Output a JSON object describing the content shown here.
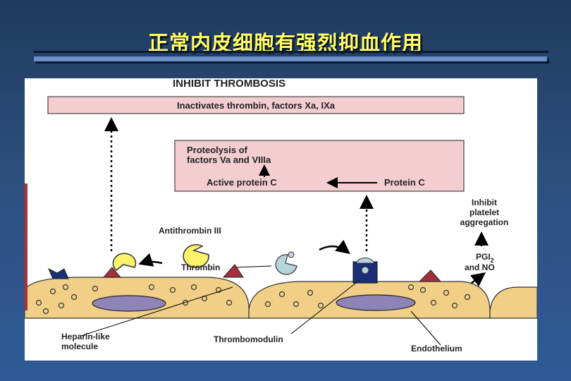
{
  "slide": {
    "title": "正常内皮细胞有强烈抑血作用"
  },
  "figure": {
    "heading": "INHIBIT THROMBOSIS",
    "box_inactivates": "Inactivates thrombin, factors Xa, IXa",
    "box_proteolysis_line1": "Proteolysis of",
    "box_proteolysis_line2": "factors Va and VIIIa",
    "active_protein_c": "Active protein C",
    "protein_c": "Protein C",
    "inhibit_line1": "Inhibit",
    "inhibit_line2": "platelet",
    "inhibit_line3": "aggregation",
    "pgi2": "PGI",
    "pgi2_sub": "2",
    "and_no": "and NO",
    "antithrombin": "Antithrombin III",
    "thrombin": "Thrombin",
    "heparin_line1": "Heparin-like",
    "heparin_line2": "molecule",
    "thrombomodulin": "Thrombomodulin",
    "endothelium": "Endothelium"
  },
  "colors": {
    "box_fill": "#f4cdd0",
    "cell_fill": "#f2cf86",
    "nucleus_fill": "#8e84b8",
    "antithrombin_fill": "#fff36a",
    "receptor_fill": "#a3303c",
    "thrombomodulin_fill": "#1b2f78",
    "thrombin_fill": "#b5d4dc"
  }
}
